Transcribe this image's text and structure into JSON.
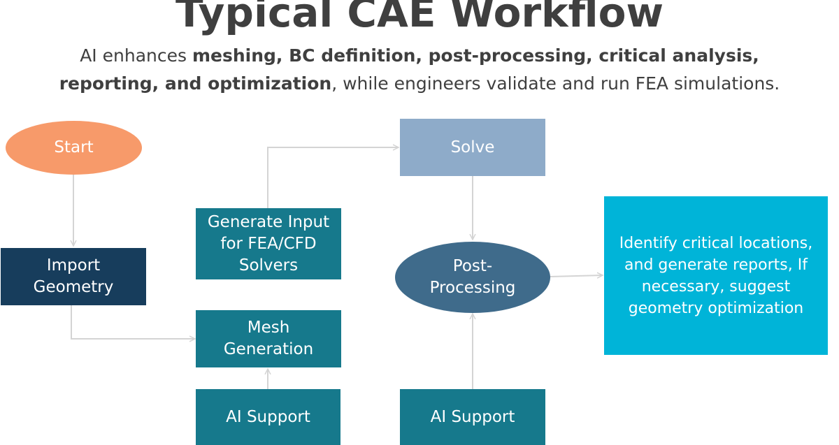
{
  "title": "Typical CAE Workflow",
  "subtitle": {
    "part1": "AI enhances ",
    "part2": "meshing, BC definition, post-processing, critical analysis, reporting, and optimization",
    "part3": ", while engineers validate and run FEA simulations."
  },
  "nodes": {
    "start": "Start",
    "import_geometry": "Import\nGeometry",
    "generate_input": "Generate Input\nfor FEA/CFD\nSolvers",
    "mesh_generation": "Mesh\nGeneration",
    "ai_support_mesh": "AI Support",
    "solve": "Solve",
    "post_processing": "Post-\nProcessing",
    "ai_support_post": "AI Support",
    "critical_locations": "Identify critical locations,\nand generate reports, If\nnecessary, suggest\ngeometry optimization"
  },
  "colors": {
    "start": "#f79a6a",
    "dark_navy": "#173d5c",
    "teal": "#16798c",
    "solve": "#8eabc9",
    "post_processing": "#3f6b8b",
    "cyan": "#00b4d8",
    "connector": "#d4d4d4",
    "text": "#3f3f3f"
  }
}
